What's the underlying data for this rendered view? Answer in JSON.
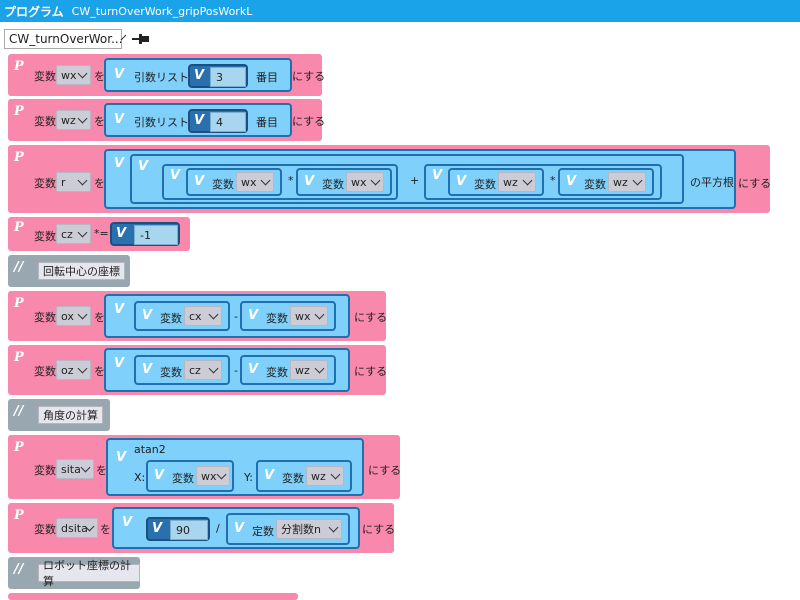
{
  "titlebar": {
    "app": "プログラム",
    "program": "CW_turnOverWork_gripPosWorkL"
  },
  "toolbar": {
    "program_select": "CW_turnOverWor..."
  },
  "marks": {
    "p": "P",
    "v": "V",
    "c": "//"
  },
  "rows": {
    "r1": {
      "var_label": "変数",
      "var": "wx",
      "wo": "を",
      "func": "引数リストの",
      "num": "3",
      "suffix": "番目",
      "tail": "にする"
    },
    "r2": {
      "var_label": "変数",
      "var": "wz",
      "wo": "を",
      "func": "引数リストの",
      "num": "4",
      "suffix": "番目",
      "tail": "にする"
    },
    "r3": {
      "var_label": "変数",
      "var": "r",
      "wo": "を",
      "a": "wx",
      "op1": "*",
      "b": "wx",
      "plus": "+",
      "c": "wz",
      "op2": "*",
      "d": "wz",
      "sqrt": "の平方根",
      "tail": "にする"
    },
    "r4": {
      "var_label": "変数",
      "var": "cz",
      "op": "*=",
      "num": "-1"
    },
    "c1": {
      "text": "回転中心の座標"
    },
    "r5": {
      "var_label": "変数",
      "var": "ox",
      "wo": "を",
      "a": "cx",
      "minus": "-",
      "b": "wx",
      "tail": "にする"
    },
    "r6": {
      "var_label": "変数",
      "var": "oz",
      "wo": "を",
      "a": "cz",
      "minus": "-",
      "b": "wz",
      "tail": "にする"
    },
    "c2": {
      "text": "角度の計算"
    },
    "r7": {
      "var_label": "変数",
      "var": "sita",
      "wo": "を",
      "func": "atan2",
      "xlab": "X:",
      "x": "wx",
      "ylab": "Y:",
      "y": "wz",
      "tail": "にする"
    },
    "r8": {
      "var_label": "変数",
      "var": "dsita",
      "wo": "を",
      "num": "90",
      "div": "/",
      "const_label": "定数",
      "const": "分割数n",
      "tail": "にする"
    },
    "c3": {
      "text": "ロボット座標の計算"
    }
  }
}
